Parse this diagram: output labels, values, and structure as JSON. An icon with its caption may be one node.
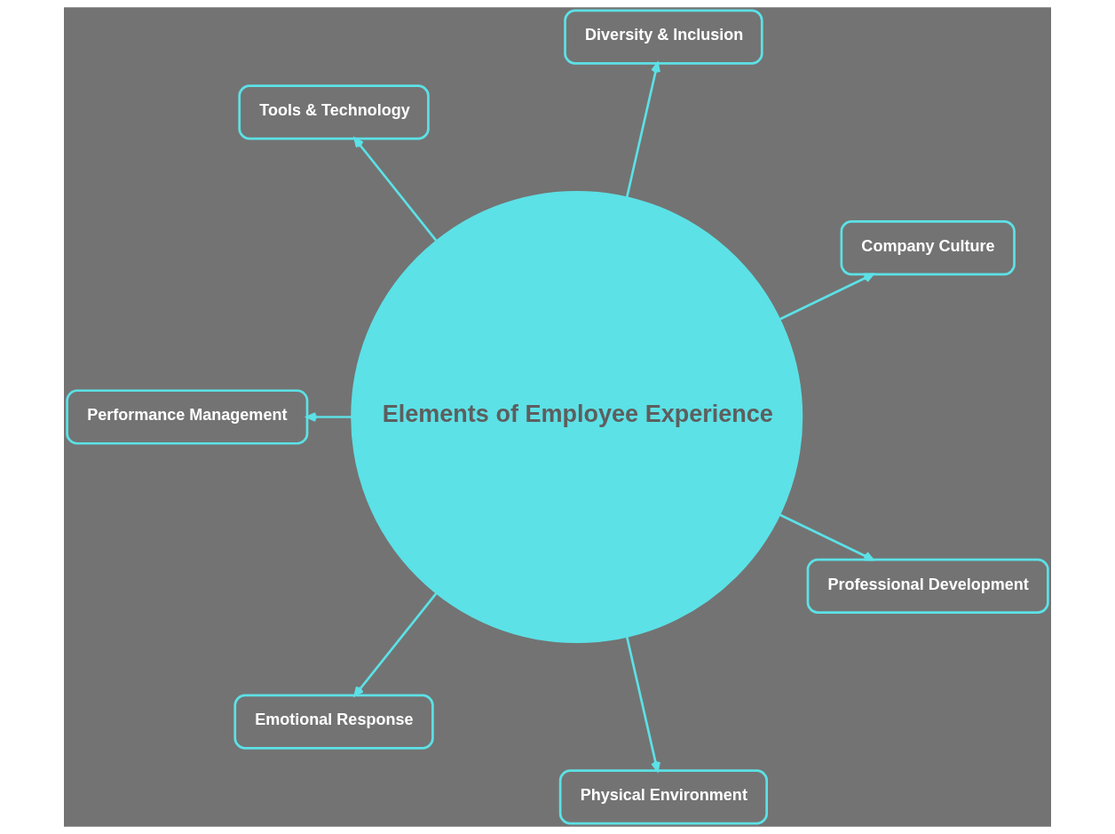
{
  "diagram": {
    "nodes": [
      {
        "text": [
          "Elements of Employee Experience"
        ]
      },
      {
        "text": [
          "Company Culture"
        ]
      },
      {
        "text": [
          "Diversity & Inclusion"
        ]
      },
      {
        "text": [
          "Tools & Technology"
        ]
      },
      {
        "text": [
          "Performance Management"
        ]
      },
      {
        "text": [
          "Emotional Response"
        ]
      },
      {
        "text": [
          "Physical Environment"
        ]
      },
      {
        "text": [
          "Professional Development"
        ]
      }
    ],
    "edges": [
      {
        "from": 0,
        "to": 1,
        "arrow": "to"
      },
      {
        "from": 0,
        "to": 2,
        "arrow": "to"
      },
      {
        "from": 0,
        "to": 5,
        "arrow": "to"
      },
      {
        "from": 0,
        "to": 7,
        "arrow": "to"
      },
      {
        "from": 0,
        "to": 6,
        "arrow": "to"
      },
      {
        "from": 0,
        "to": 4,
        "arrow": "to"
      },
      {
        "from": 0,
        "to": 3,
        "arrow": "to"
      }
    ]
  }
}
